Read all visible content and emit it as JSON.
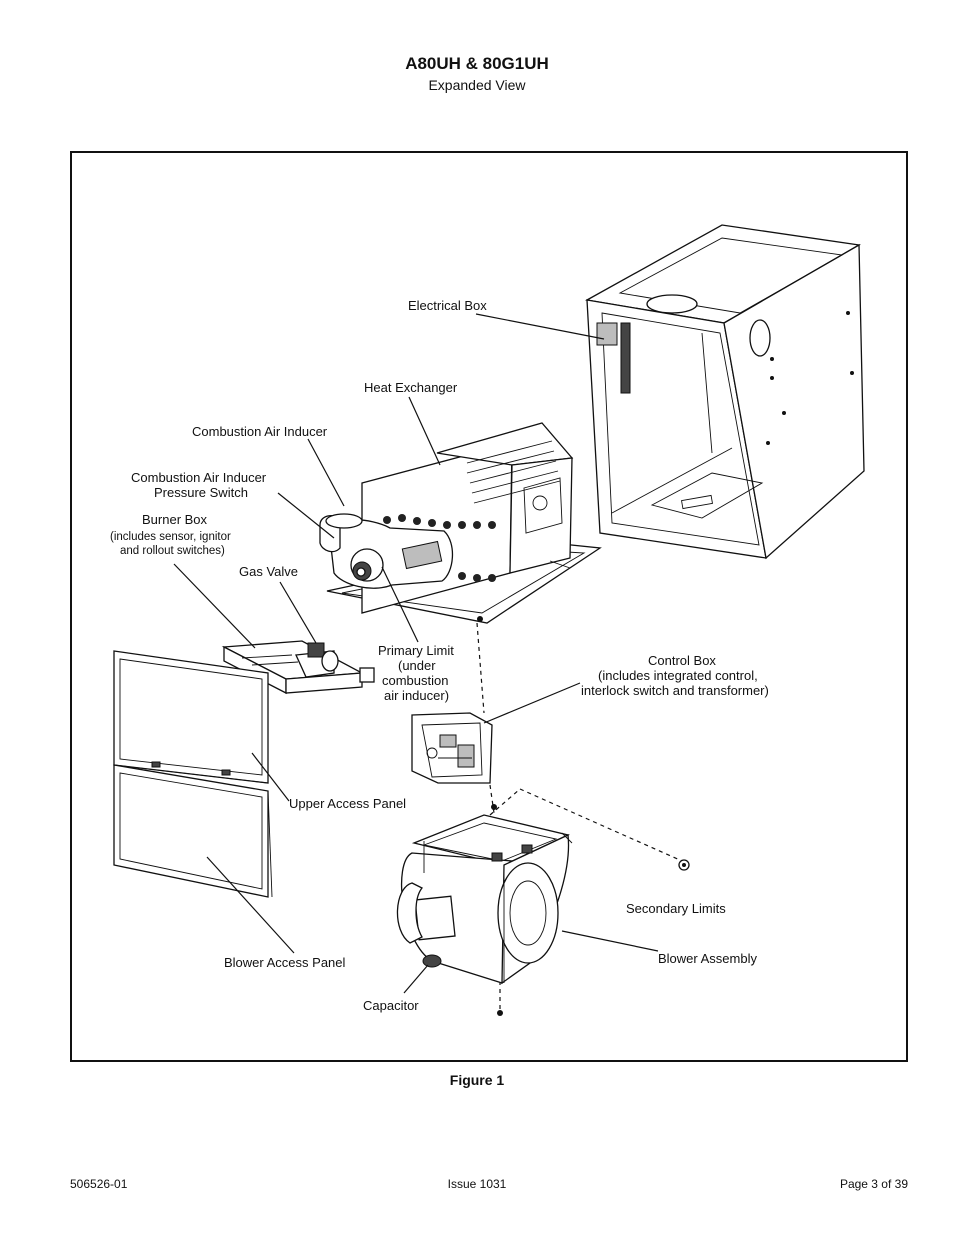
{
  "header": {
    "title": "A80UH & 80G1UH",
    "subtitle": "Expanded View"
  },
  "figure": {
    "labels": {
      "electrical_box": "Electrical Box",
      "heat_exchanger": "Heat Exchanger",
      "combustion_air_inducer": "Combustion Air Inducer",
      "pressure_switch_line1": "Combustion Air Inducer",
      "pressure_switch_line2": "Pressure Switch",
      "burner_box": "Burner Box",
      "burner_box_note1": "(includes sensor, ignitor",
      "burner_box_note2": "and rollout switches)",
      "gas_valve": "Gas Valve",
      "primary_limit_line1": "Primary Limit",
      "primary_limit_line2": "(under",
      "primary_limit_line3": "combustion",
      "primary_limit_line4": "air inducer)",
      "control_box": "Control Box",
      "control_box_note1": "(includes integrated control,",
      "control_box_note2": "interlock switch and transformer)",
      "upper_access_panel": "Upper Access Panel",
      "secondary_limits": "Secondary Limits",
      "blower_assembly": "Blower Assembly",
      "blower_access_panel": "Blower Access Panel",
      "capacitor": "Capacitor"
    },
    "caption": "Figure 1"
  },
  "footer": {
    "doc_number": "506526-01",
    "issue": "Issue 1031",
    "page": "Page 3 of 39"
  }
}
